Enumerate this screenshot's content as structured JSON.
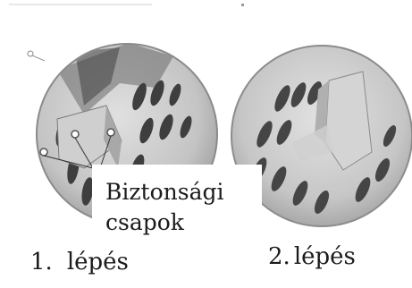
{
  "label": {
    "line1": "Biztonsági",
    "line2": "csapok"
  },
  "captions": [
    {
      "number": "1.",
      "text": "lépés"
    },
    {
      "number": "2.",
      "text": "lépés"
    }
  ],
  "colors": {
    "text": "#1b1b1b",
    "metal_light": "#d9d9d9",
    "metal_mid": "#b5b5b5",
    "metal_dark": "#4a4a4a",
    "background": "#ffffff"
  }
}
